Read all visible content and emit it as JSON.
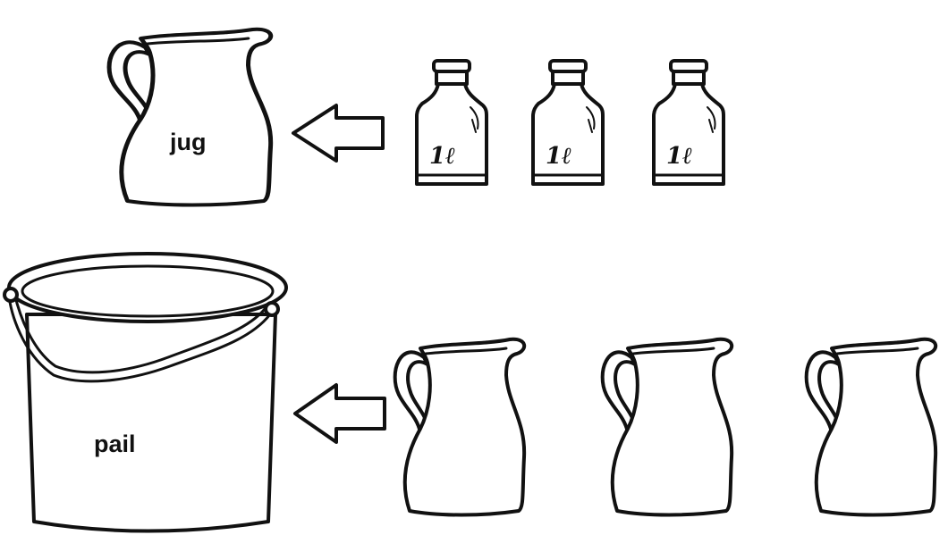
{
  "labels": {
    "jug": "jug",
    "pail": "pail",
    "bottle_volume": "1ℓ"
  },
  "row1": {
    "container": "jug",
    "filler": "bottle",
    "filler_count": 3,
    "arrow_direction": "left"
  },
  "row2": {
    "container": "pail",
    "filler": "jug",
    "filler_count": 3,
    "arrow_direction": "left"
  },
  "colors": {
    "ink": "#111111",
    "background": "#ffffff"
  }
}
